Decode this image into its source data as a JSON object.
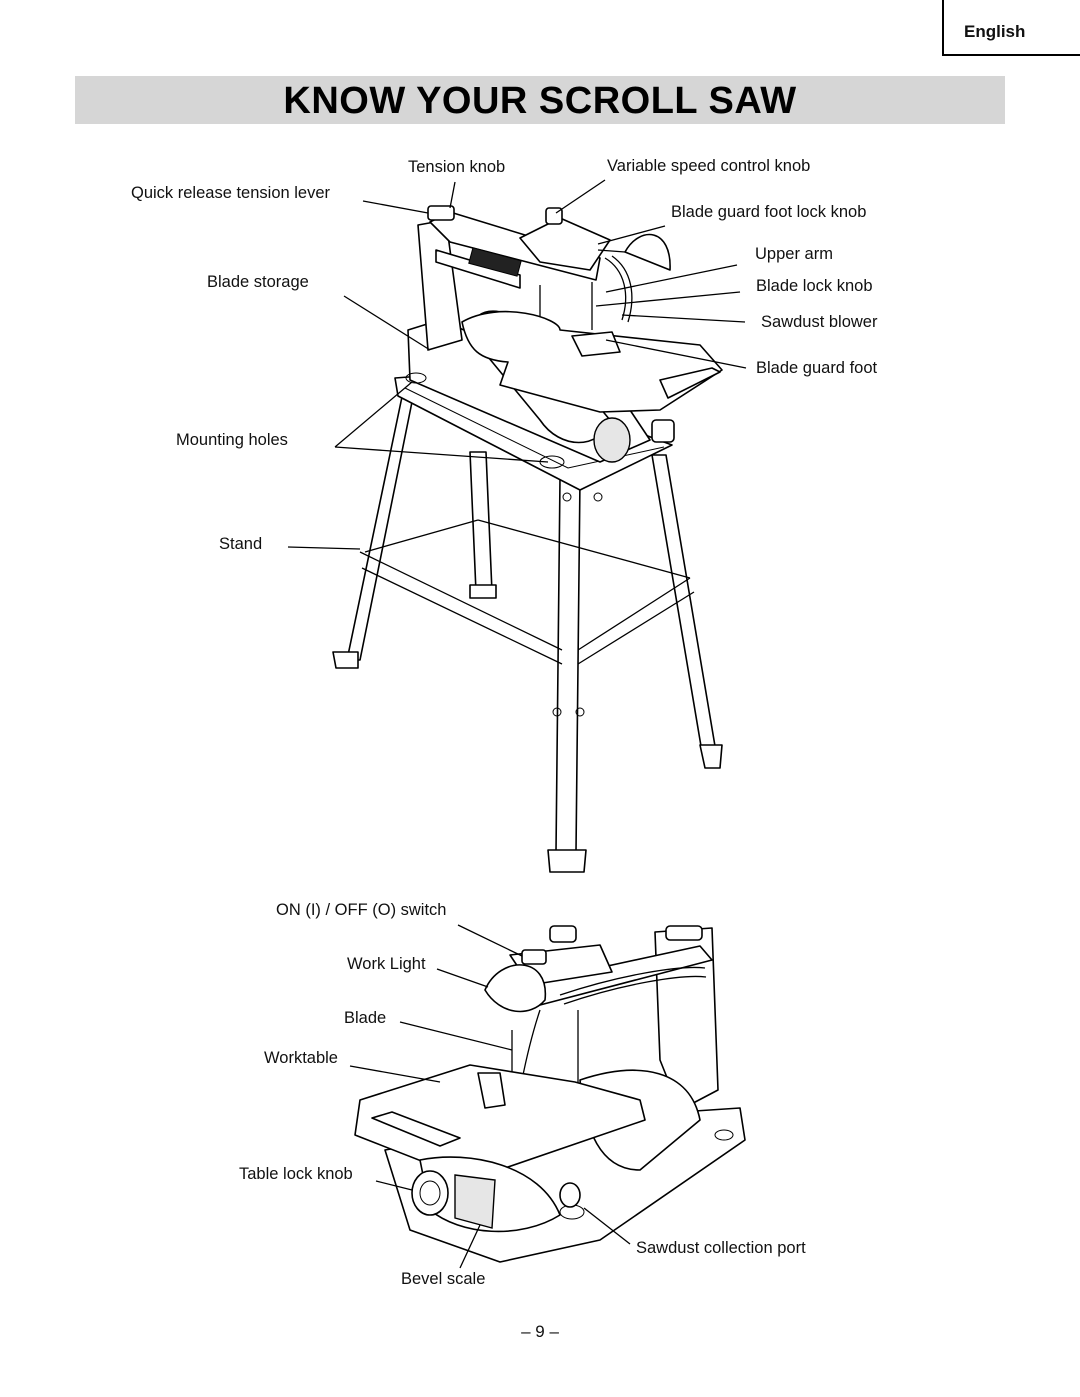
{
  "header": {
    "language": "English"
  },
  "title": "KNOW YOUR SCROLL SAW",
  "labels_top": {
    "tension_knob": "Tension knob",
    "variable_speed": "Variable speed control knob",
    "quick_release": "Quick release tension lever",
    "blade_guard_lock": "Blade guard foot lock knob",
    "upper_arm": "Upper arm",
    "blade_storage": "Blade storage",
    "blade_lock": "Blade lock knob",
    "sawdust_blower": "Sawdust blower",
    "blade_guard_foot": "Blade guard foot",
    "mounting_holes": "Mounting holes",
    "stand": "Stand"
  },
  "labels_bottom": {
    "on_off": "ON (I) / OFF (O) switch",
    "work_light": "Work Light",
    "blade": "Blade",
    "worktable": "Worktable",
    "table_lock": "Table lock knob",
    "sawdust_port": "Sawdust collection port",
    "bevel_scale": "Bevel scale"
  },
  "footer": {
    "page": "– 9 –"
  }
}
